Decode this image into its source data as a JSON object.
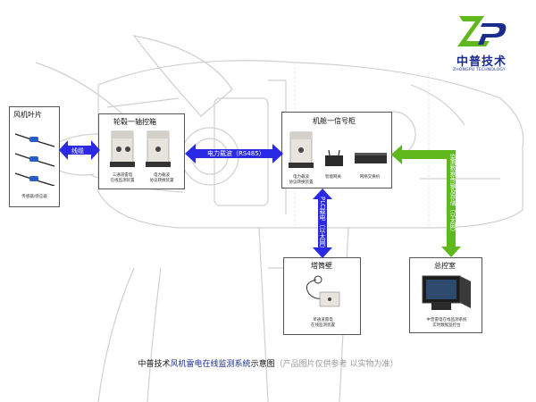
{
  "brand": {
    "name": "中普技术",
    "name_en": "ZHONGPU TECHNOLOGY",
    "color": "#1a2c8c"
  },
  "boxes": {
    "blade": {
      "title": "风机叶片",
      "sensor_caption": "传感器/感应器"
    },
    "hub": {
      "title": "轮毂一轴控箱",
      "device1_caption": "三通道雷电\n在线监测装置",
      "device2_caption": "电力载波\n协议转换装置"
    },
    "nacelle": {
      "title": "机舱一信号柜",
      "device1_caption": "电力载波\n协议转换装置",
      "device2_caption": "智能网关",
      "device3_caption": "网络交换机"
    },
    "tower": {
      "title": "塔筒壁",
      "device_caption": "单通道雷电\n在线监测装置"
    },
    "control": {
      "title": "总控室",
      "device_caption": "中普雷电在线监测系统\n实时数据监控台"
    }
  },
  "links": {
    "cable": "线缆",
    "plc": "电力载波（RS485）",
    "fiber": "PLC载电（以太网）",
    "monitor": "监测数据传输及存储（以太网）"
  },
  "caption": {
    "prefix": "中普技术",
    "highlight": "风机雷电在线监测系统",
    "main": "示意图",
    "note": "（产品图片仅供参考  以实物为准）"
  },
  "colors": {
    "blue_arrow": "#2a2ae6",
    "green_arrow": "#5fb81c",
    "highlight_text": "#1a2c8c",
    "note_text": "#9a9a9a"
  }
}
